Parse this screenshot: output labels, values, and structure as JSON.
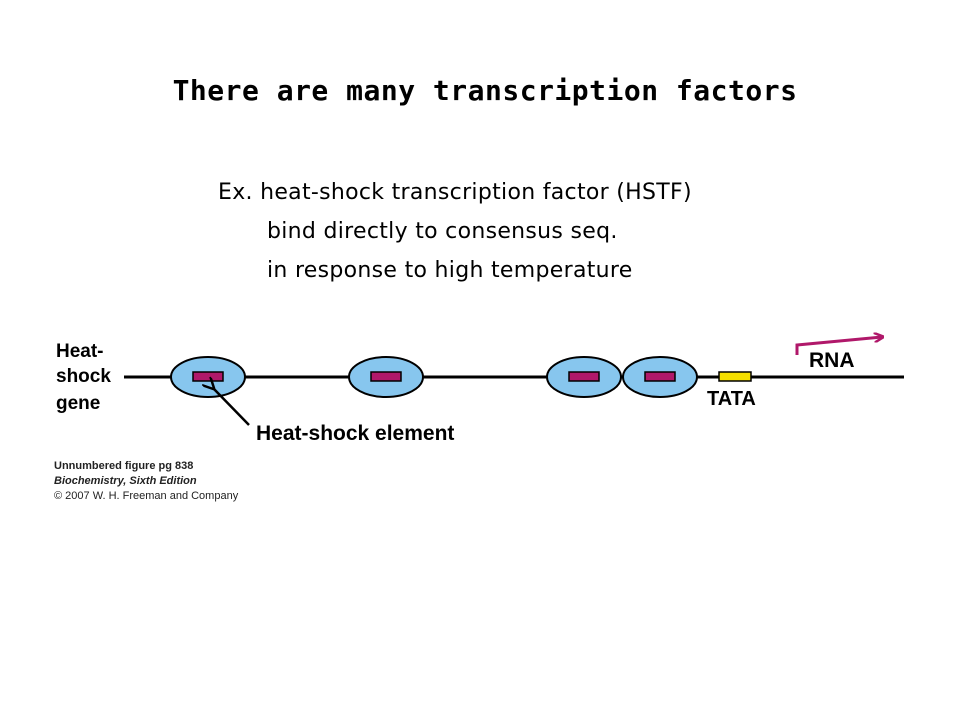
{
  "slide": {
    "title": "There are many transcription factors",
    "lines": [
      "Ex. heat-shock transcription factor (HSTF)",
      "bind directly to consensus seq.",
      "in response to high temperature"
    ]
  },
  "figure": {
    "gene_label": [
      "Heat-",
      "shock",
      "gene"
    ],
    "element_label": "Heat-shock element",
    "tata_label": "TATA",
    "rna_label": "RNA",
    "colors": {
      "factor_fill": "#87c6ee",
      "element_fill": "#b0186a",
      "tata_fill": "#f5e000",
      "arrow": "#b0186a",
      "dna_line": "#000000"
    }
  },
  "caption": {
    "line1": "Unnumbered figure pg 838",
    "line2": "Biochemistry, Sixth Edition",
    "line3": "© 2007 W. H. Freeman and Company"
  }
}
